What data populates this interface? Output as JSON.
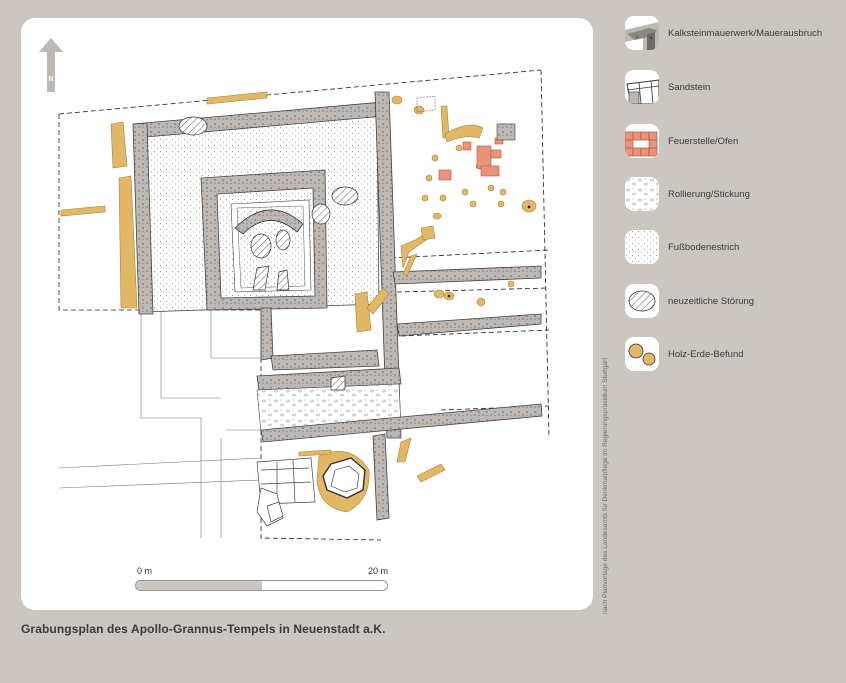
{
  "caption": "Grabungsplan des Apollo-Grannus-Tempels in Neuenstadt a.K.",
  "credit": "nach Planvorlage des Landesamts für Denkmalpflege im Regierungspräsidium Stuttgart",
  "north": {
    "letter": "N",
    "icon": "north-arrow-icon"
  },
  "scale": {
    "start_label": "0 m",
    "end_label": "20 m"
  },
  "legend": [
    {
      "label": "Kalksteinmauerwerk/Mauerausbruch",
      "icon": "limestone-masonry-swatch"
    },
    {
      "label": "Sandstein",
      "icon": "sandstone-swatch"
    },
    {
      "label": "Feuerstelle/Ofen",
      "icon": "fireplace-oven-swatch",
      "color": "#e9937a"
    },
    {
      "label": "Rollierung/Stickung",
      "icon": "rubble-bedding-swatch"
    },
    {
      "label": "Fußbodenestrich",
      "icon": "floor-screed-swatch"
    },
    {
      "label": "neuzeitliche Störung",
      "icon": "modern-disturbance-swatch"
    },
    {
      "label": "Holz-Erde-Befund",
      "icon": "timber-earth-feature-swatch",
      "color": "#e2b866"
    }
  ],
  "colors": {
    "background": "#cbc6c0",
    "wall": "#bdb8b3",
    "timber_earth": "#e2b866",
    "fireplace": "#e9937a"
  }
}
